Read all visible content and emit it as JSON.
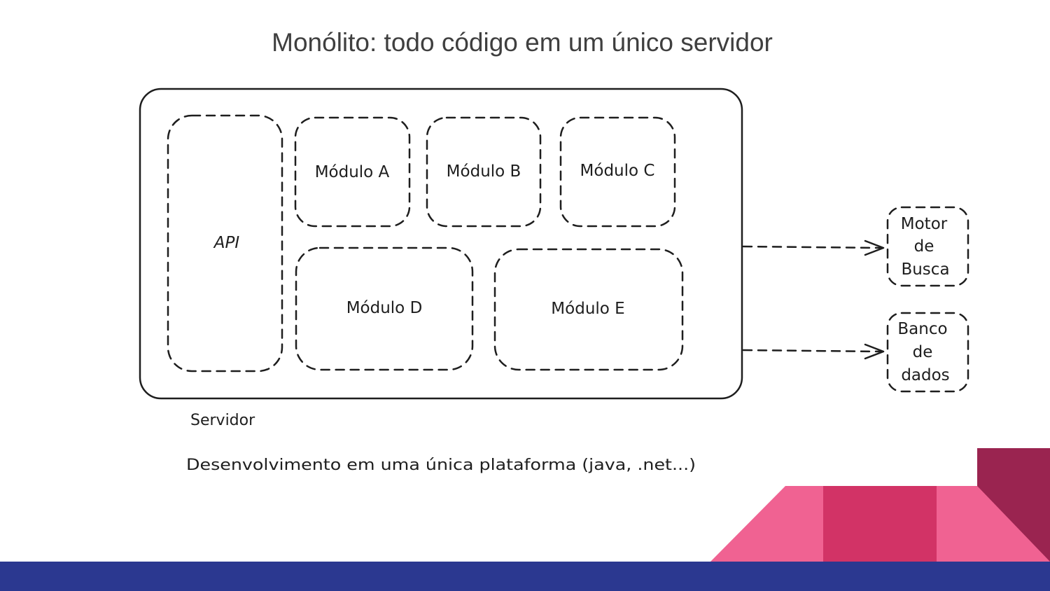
{
  "slide": {
    "title": "Monólito: todo código em um único servidor"
  },
  "diagram": {
    "server_label": "Servidor",
    "api_label": "API",
    "modules": {
      "a": "Módulo A",
      "b": "Módulo B",
      "c": "Módulo C",
      "d": "Módulo D",
      "e": "Módulo E"
    },
    "external": {
      "search_engine": [
        "Motor",
        "de",
        "Busca"
      ],
      "database": [
        "Banco",
        "de",
        "dados"
      ]
    },
    "note": "Desenvolvimento em uma única plataforma (java, .net...)"
  },
  "colors": {
    "ink": "#1e1e1e",
    "title": "#3f3f3f",
    "footer_bar": "#2b3890",
    "pink_light": "#f06292",
    "pink_mid": "#d23366",
    "maroon": "#9a2450"
  }
}
